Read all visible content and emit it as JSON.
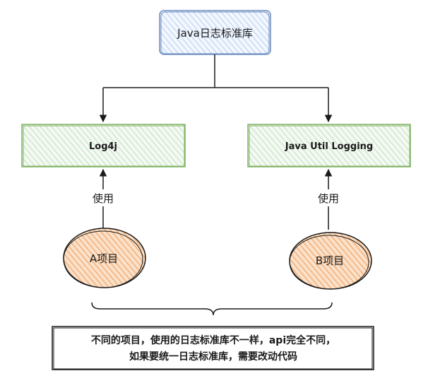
{
  "nodes": {
    "root": {
      "label": "Java日志标准库"
    },
    "log4j": {
      "label": "Log4j"
    },
    "jul": {
      "label": "Java Util Logging"
    },
    "project_a": {
      "label": "A项目"
    },
    "project_b": {
      "label": "B项目"
    }
  },
  "edges": {
    "a_uses": {
      "label": "使用"
    },
    "b_uses": {
      "label": "使用"
    }
  },
  "note": {
    "line1": "不同的项目，使用的日志标准库不一样，api完全不同，",
    "line2": "如果要统一日志标准库，需要改动代码"
  },
  "colors": {
    "root_fill": "#dae8fc",
    "root_stroke": "#6c8ebf",
    "lib_fill": "#d5e8d4",
    "lib_stroke": "#82b366",
    "project_fill": "#f8cba0",
    "project_stroke": "#1a1a1a"
  }
}
